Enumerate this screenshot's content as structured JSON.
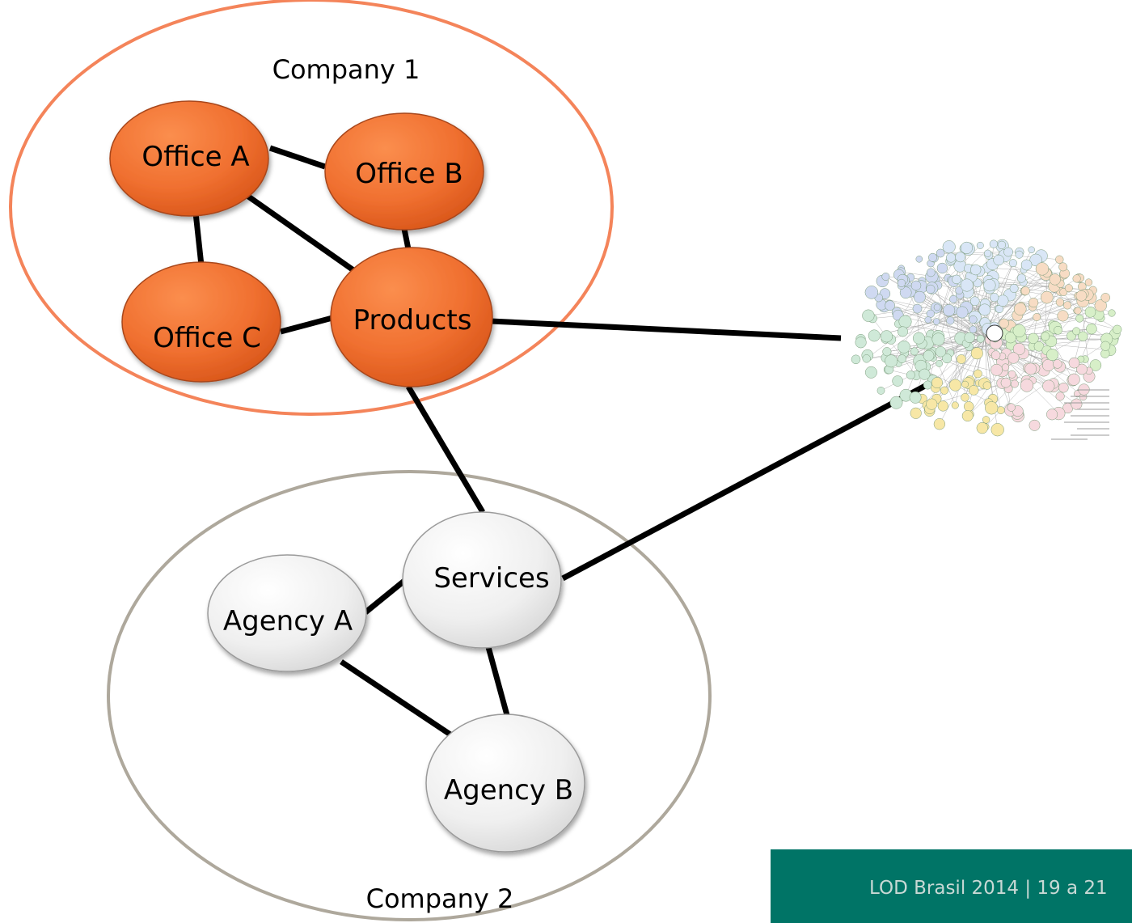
{
  "diagram": {
    "groups": [
      {
        "id": "company1",
        "label": "Company 1"
      },
      {
        "id": "company2",
        "label": "Company 2"
      }
    ],
    "nodes": [
      {
        "id": "office-a",
        "label": "Office A",
        "group": "company1"
      },
      {
        "id": "office-b",
        "label": "Office B",
        "group": "company1"
      },
      {
        "id": "office-c",
        "label": "Office C",
        "group": "company1"
      },
      {
        "id": "products",
        "label": "Products",
        "group": "company1"
      },
      {
        "id": "services",
        "label": "Services",
        "group": "company2"
      },
      {
        "id": "agency-a",
        "label": "Agency A",
        "group": "company2"
      },
      {
        "id": "agency-b",
        "label": "Agency B",
        "group": "company2"
      }
    ],
    "edges": [
      [
        "office-a",
        "office-b"
      ],
      [
        "office-a",
        "office-c"
      ],
      [
        "office-a",
        "products"
      ],
      [
        "office-b",
        "products"
      ],
      [
        "office-c",
        "products"
      ],
      [
        "products",
        "lod-cloud"
      ],
      [
        "products",
        "services"
      ],
      [
        "services",
        "lod-cloud"
      ],
      [
        "services",
        "agency-a"
      ],
      [
        "services",
        "agency-b"
      ],
      [
        "agency-a",
        "agency-b"
      ]
    ],
    "colors": {
      "company1_outline": "#f4845a",
      "company2_outline": "#aea89c",
      "company1_node": "#f07030",
      "company2_node": "#ededed",
      "edge": "#000000"
    }
  },
  "footer": {
    "text": "LOD Brasil 2014 | 19 a 21",
    "background": "#007466"
  }
}
